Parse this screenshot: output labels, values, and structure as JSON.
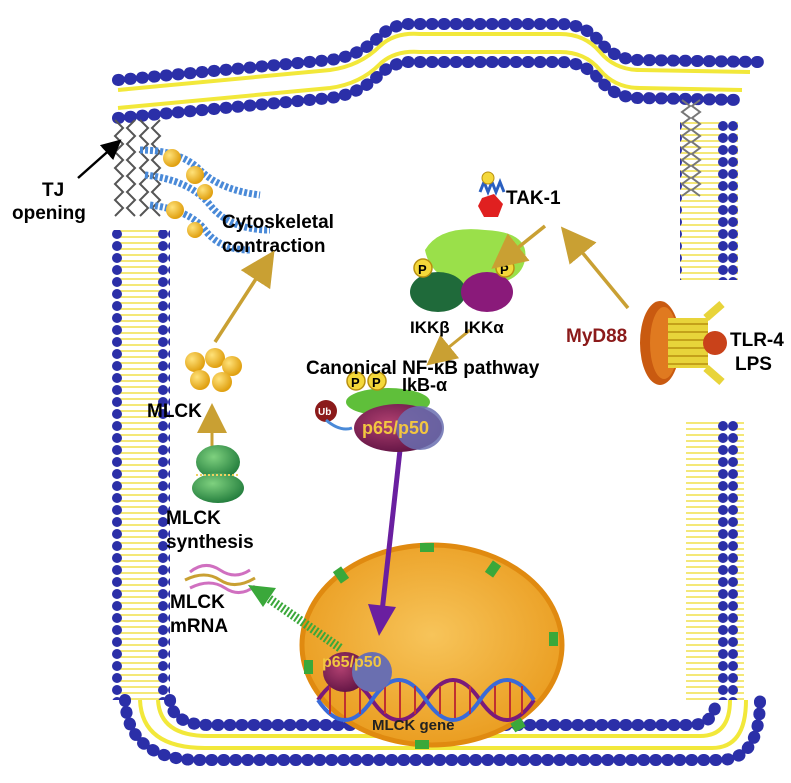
{
  "labels": {
    "tj_opening": [
      "TJ",
      "opening"
    ],
    "cytoskeletal_contraction": [
      "Cytoskeletal",
      "contraction"
    ],
    "mlck": "MLCK",
    "mlck_synthesis": [
      "MLCK",
      "synthesis"
    ],
    "mlck_mrna": [
      "MLCK",
      "mRNA"
    ],
    "tak1": "TAK-1",
    "ikk_beta": "IKKβ",
    "ikk_alpha": "IKKα",
    "canonical_pathway": "Canonical NF-kB pathway",
    "ikb_alpha": "IkB-α",
    "p65_p50_cytoplasm": "p65/p50",
    "p65_p50_nucleus": "p65/p50",
    "mlck_gene": "MLCK gene",
    "myd88": "MyD88",
    "tlr4": "TLR-4",
    "lps": "LPS",
    "ub": "Ub",
    "phospho": "P"
  },
  "colors": {
    "membrane_head": "#2b2fa8",
    "membrane_tail": "#f2e83a",
    "gold_arrow": "#c9a033",
    "purple_arrow": "#6a1fa0",
    "green_arrow": "#3aa83a",
    "nucleus": "#f2a52a",
    "myd88_text": "#8b1a1a"
  }
}
